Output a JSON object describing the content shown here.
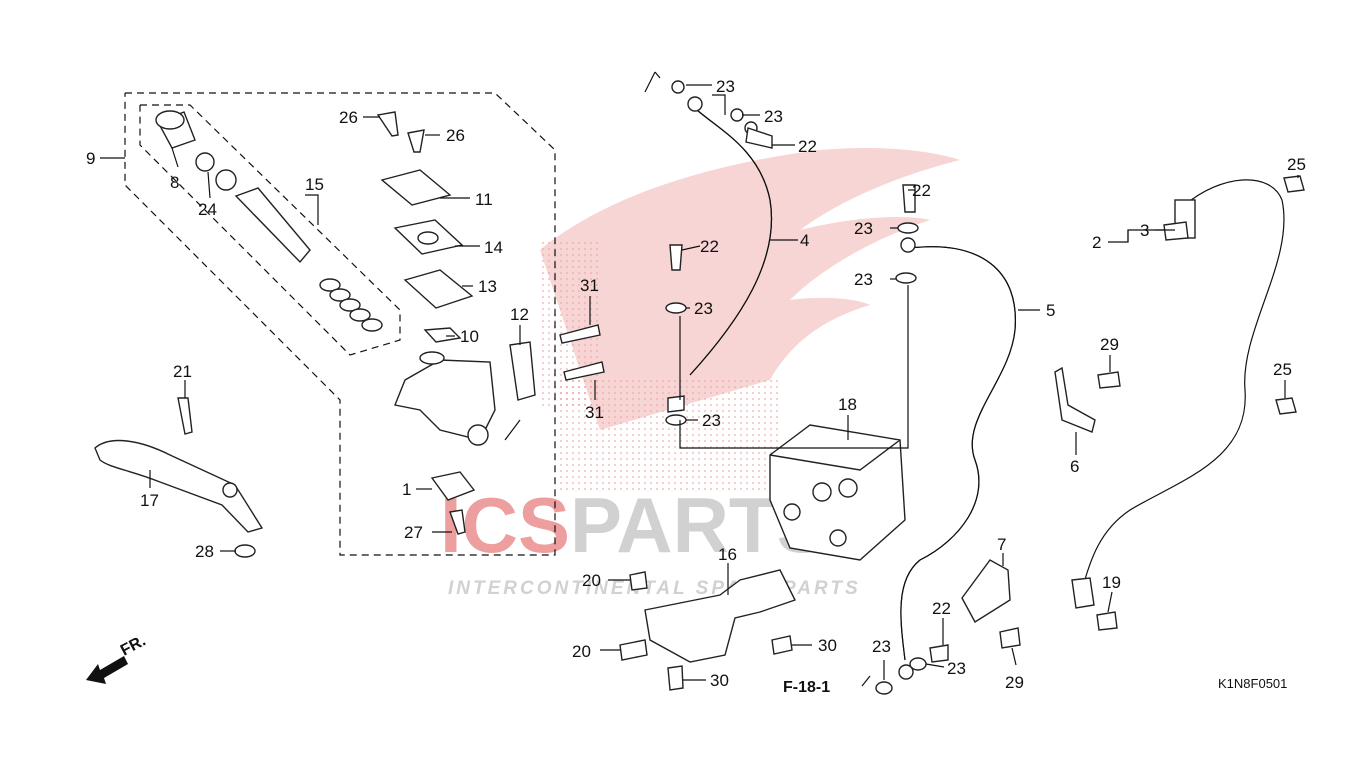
{
  "diagram": {
    "code": "K1N8F0501",
    "ref": "F-18-1",
    "direction": "FR.",
    "watermark": {
      "brand": "ICSPARTS",
      "brand_accent": "ICS",
      "brand_rest": "PARTS",
      "tagline": "INTERCONTINENTAL SPARE PARTS",
      "colors": {
        "accent": "#d92b2b",
        "grey": "#9a9a9a"
      }
    },
    "callouts": [
      {
        "id": "c1",
        "text": "1"
      },
      {
        "id": "c2",
        "text": "2"
      },
      {
        "id": "c3",
        "text": "3"
      },
      {
        "id": "c4",
        "text": "4"
      },
      {
        "id": "c5",
        "text": "5"
      },
      {
        "id": "c6",
        "text": "6"
      },
      {
        "id": "c7",
        "text": "7"
      },
      {
        "id": "c8",
        "text": "8"
      },
      {
        "id": "c9",
        "text": "9"
      },
      {
        "id": "c10",
        "text": "10"
      },
      {
        "id": "c11",
        "text": "11"
      },
      {
        "id": "c12",
        "text": "12"
      },
      {
        "id": "c13",
        "text": "13"
      },
      {
        "id": "c14",
        "text": "14"
      },
      {
        "id": "c15",
        "text": "15"
      },
      {
        "id": "c16",
        "text": "16"
      },
      {
        "id": "c17",
        "text": "17"
      },
      {
        "id": "c18",
        "text": "18"
      },
      {
        "id": "c19",
        "text": "19"
      },
      {
        "id": "c20a",
        "text": "20"
      },
      {
        "id": "c20b",
        "text": "20"
      },
      {
        "id": "c21",
        "text": "21"
      },
      {
        "id": "c22a",
        "text": "22"
      },
      {
        "id": "c22b",
        "text": "22"
      },
      {
        "id": "c22c",
        "text": "22"
      },
      {
        "id": "c22d",
        "text": "22"
      },
      {
        "id": "c23a",
        "text": "23"
      },
      {
        "id": "c23b",
        "text": "23"
      },
      {
        "id": "c23c",
        "text": "23"
      },
      {
        "id": "c23d",
        "text": "23"
      },
      {
        "id": "c23e",
        "text": "23"
      },
      {
        "id": "c23f",
        "text": "23"
      },
      {
        "id": "c23g",
        "text": "23"
      },
      {
        "id": "c23h",
        "text": "23"
      },
      {
        "id": "c24",
        "text": "24"
      },
      {
        "id": "c25a",
        "text": "25"
      },
      {
        "id": "c25b",
        "text": "25"
      },
      {
        "id": "c26a",
        "text": "26"
      },
      {
        "id": "c26b",
        "text": "26"
      },
      {
        "id": "c27",
        "text": "27"
      },
      {
        "id": "c28",
        "text": "28"
      },
      {
        "id": "c29a",
        "text": "29"
      },
      {
        "id": "c29b",
        "text": "29"
      },
      {
        "id": "c30a",
        "text": "30"
      },
      {
        "id": "c30b",
        "text": "30"
      },
      {
        "id": "c31a",
        "text": "31"
      },
      {
        "id": "c31b",
        "text": "31"
      }
    ]
  }
}
